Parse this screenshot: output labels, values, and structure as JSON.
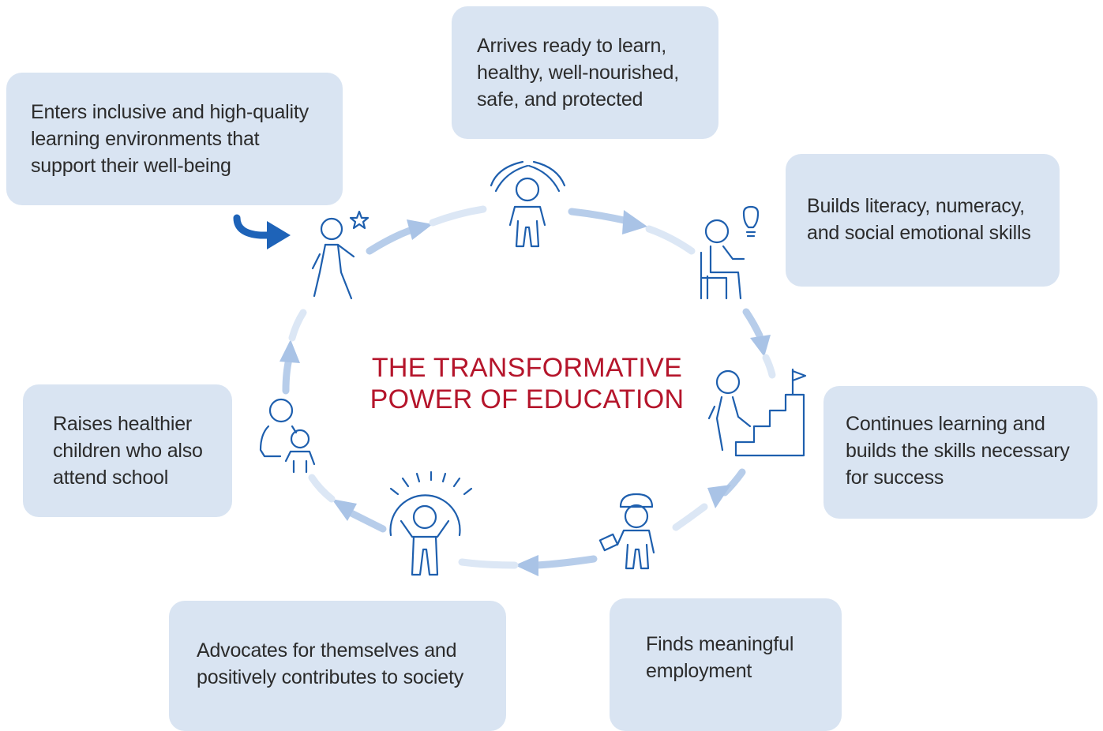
{
  "title": "THE TRANSFORMATIVE\nPOWER OF EDUCATION",
  "colors": {
    "title": "#b5152b",
    "card_background": "#d9e4f2",
    "icon_stroke": "#1e5fae",
    "cycle_arrow": "#a9c3e6",
    "start_arrow": "#1e63b8"
  },
  "steps": [
    {
      "text": "Enters inclusive and high-quality\nlearning environments that\nsupport their well-being",
      "icon": "walking-child-star-icon"
    },
    {
      "text": "Arrives ready to learn,\nhealthy, well-nourished,\nsafe, and protected",
      "icon": "protected-child-hands-icon"
    },
    {
      "text": "Builds literacy, numeracy,\nand social emotional skills",
      "icon": "seated-child-lightbulb-icon"
    },
    {
      "text": "Continues learning and\nbuilds the skills necessary\nfor success",
      "icon": "climbing-stairs-flag-icon"
    },
    {
      "text": "Finds meaningful\nemployment",
      "icon": "worker-with-briefcase-icon"
    },
    {
      "text": "Advocates for themselves and\npositively contributes to society",
      "icon": "cheering-person-icon"
    },
    {
      "text": "Raises healthier\nchildren who also\nattend school",
      "icon": "parent-with-child-icon"
    }
  ]
}
